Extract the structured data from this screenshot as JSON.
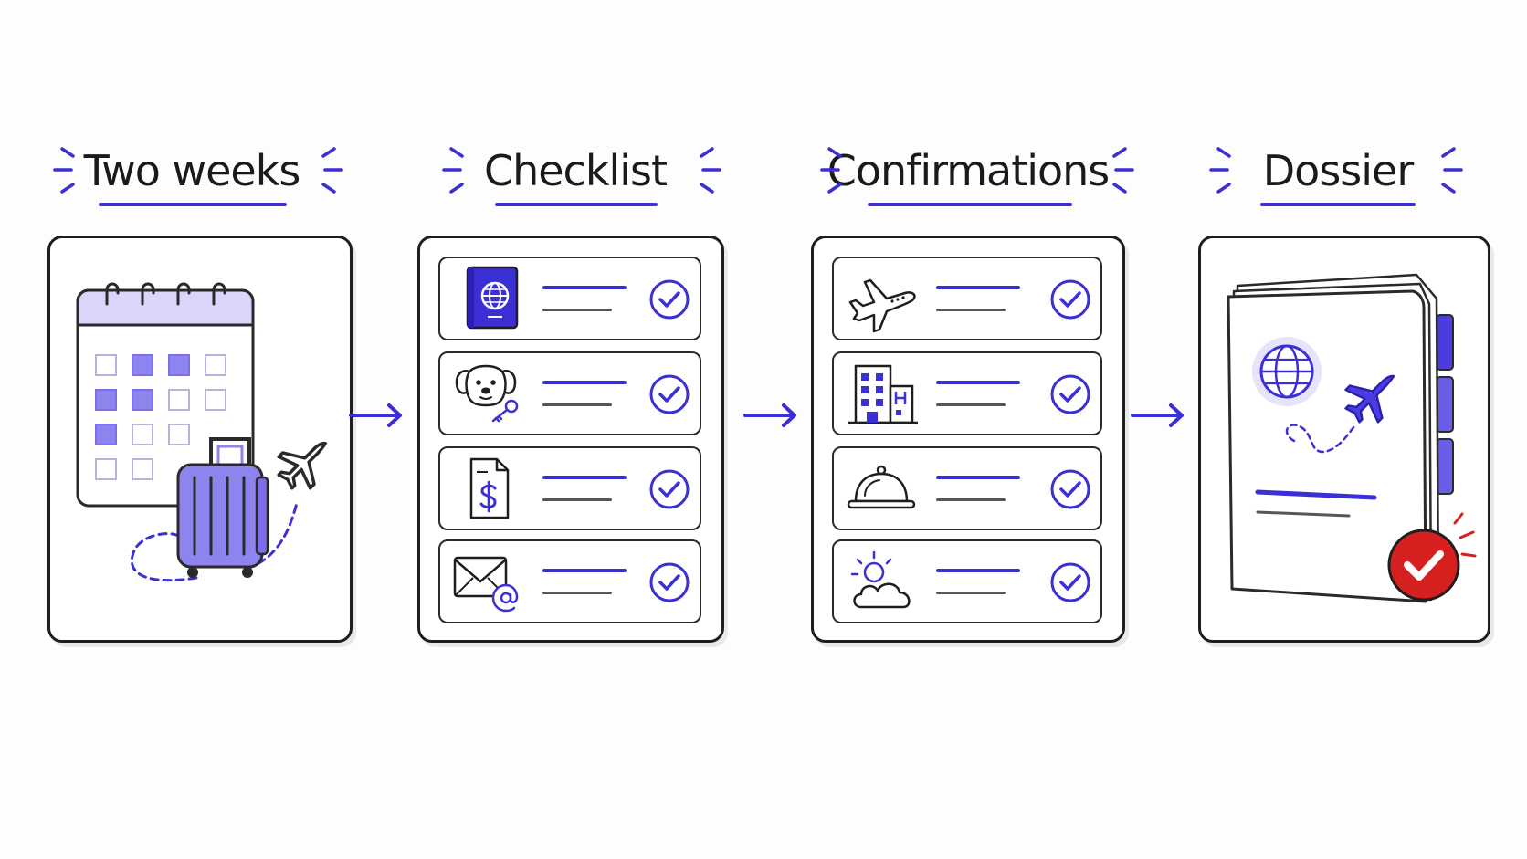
{
  "steps": [
    {
      "title": "Two weeks"
    },
    {
      "title": "Checklist"
    },
    {
      "title": "Confirmations"
    },
    {
      "title": "Dossier"
    }
  ],
  "icons": {
    "panel1": [
      "calendar-icon",
      "suitcase-icon",
      "airplane-icon"
    ],
    "checklist": [
      "passport-icon",
      "pet-with-key-icon",
      "invoice-dollar-icon",
      "email-icon"
    ],
    "confirmations": [
      "airplane-icon",
      "hotel-icon",
      "restaurant-cloche-icon",
      "weather-icon"
    ],
    "dossier": [
      "globe-icon",
      "airplane-icon",
      "approved-check-icon"
    ]
  },
  "colors": {
    "accent": "#3b2fd6",
    "accent_light": "#7b6ee8",
    "accent_pale": "#d9d5fb",
    "approved": "#d62020",
    "ink": "#1e1e1e"
  }
}
